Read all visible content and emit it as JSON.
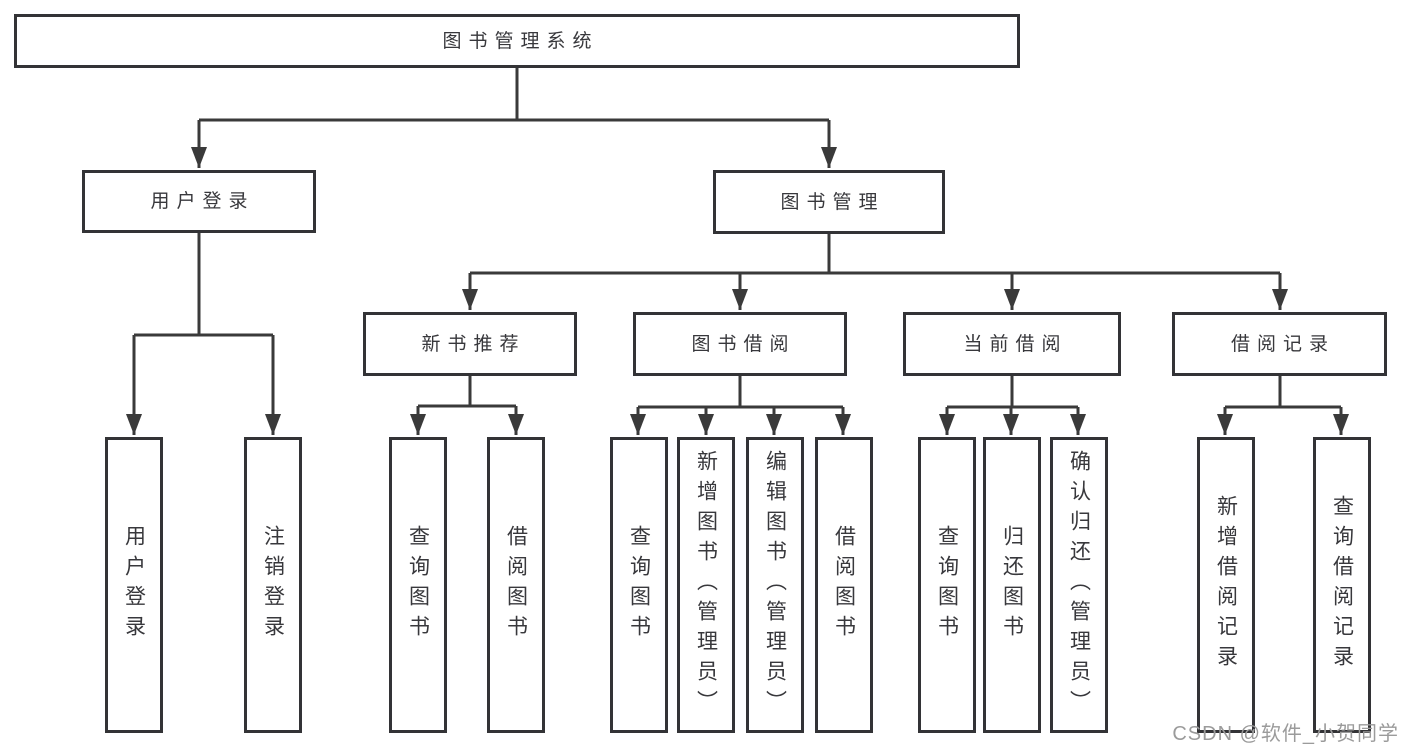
{
  "diagram": {
    "root": {
      "label": "图书管理系统",
      "children": [
        {
          "label": "用户登录",
          "children": [
            {
              "label": "用户登录"
            },
            {
              "label": "注销登录"
            }
          ]
        },
        {
          "label": "图书管理",
          "children": [
            {
              "label": "新书推荐",
              "children": [
                {
                  "label": "查询图书"
                },
                {
                  "label": "借阅图书"
                }
              ]
            },
            {
              "label": "图书借阅",
              "children": [
                {
                  "label": "查询图书"
                },
                {
                  "label": "新增图书（管理员）"
                },
                {
                  "label": "编辑图书（管理员）"
                },
                {
                  "label": "借阅图书"
                }
              ]
            },
            {
              "label": "当前借阅",
              "children": [
                {
                  "label": "查询图书"
                },
                {
                  "label": "归还图书"
                },
                {
                  "label": "确认归还（管理员）"
                }
              ]
            },
            {
              "label": "借阅记录",
              "children": [
                {
                  "label": "新增借阅记录"
                },
                {
                  "label": "查询借阅记录"
                }
              ]
            }
          ]
        }
      ]
    },
    "colors": {
      "line": "#3a3a3a",
      "box_border": "#333336",
      "text": "#38383c",
      "watermark": "#9b9b9b",
      "background": "#ffffff"
    }
  },
  "watermark": {
    "text": "CSDN @软件_小贺同学"
  }
}
